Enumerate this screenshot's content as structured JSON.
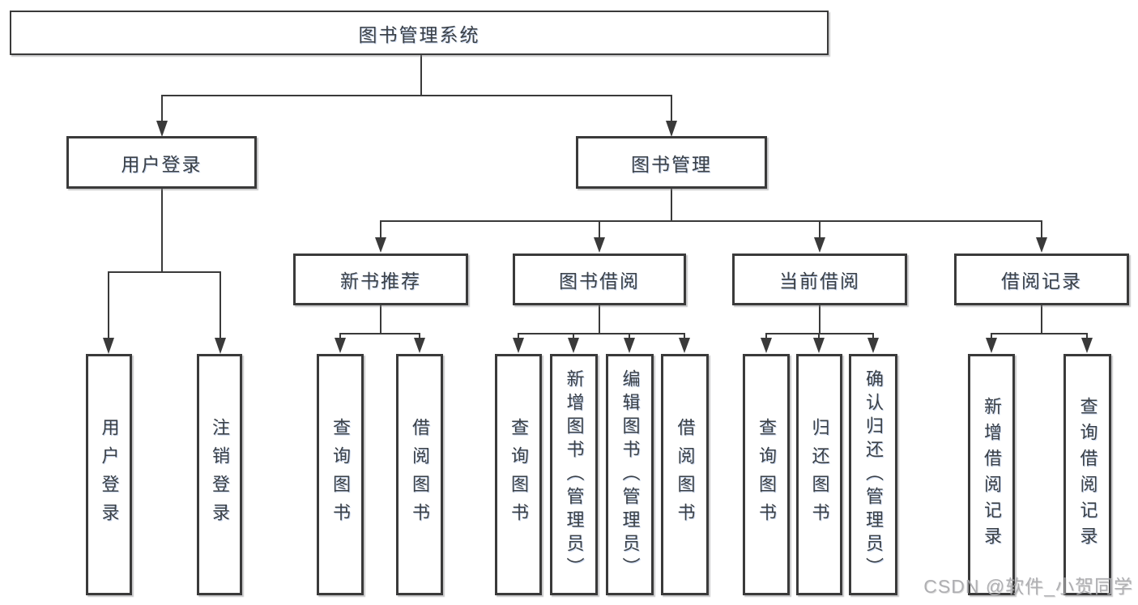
{
  "tree": {
    "root": "图书管理系统",
    "level2": [
      {
        "label": "用户登录",
        "children": [
          "用户登录",
          "注销登录"
        ]
      },
      {
        "label": "图书管理",
        "children": [
          {
            "label": "新书推荐",
            "children": [
              "查询图书",
              "借阅图书"
            ]
          },
          {
            "label": "图书借阅",
            "children": [
              "查询图书",
              "新增图书（管理员）",
              "编辑图书（管理员）",
              "借阅图书"
            ]
          },
          {
            "label": "当前借阅",
            "children": [
              "查询图书",
              "归还图书",
              "确认归还（管理员）"
            ]
          },
          {
            "label": "借阅记录",
            "children": [
              "新增借阅记录",
              "查询借阅记录"
            ]
          }
        ]
      }
    ]
  },
  "watermark": {
    "text": "CSDN @软件_小贺同学"
  },
  "colors": {
    "line": "#3a3a3a",
    "box_border": "#3a3a3a",
    "text": "#3b4046",
    "background": "#ffffff",
    "watermark": "#a8a8ac"
  }
}
